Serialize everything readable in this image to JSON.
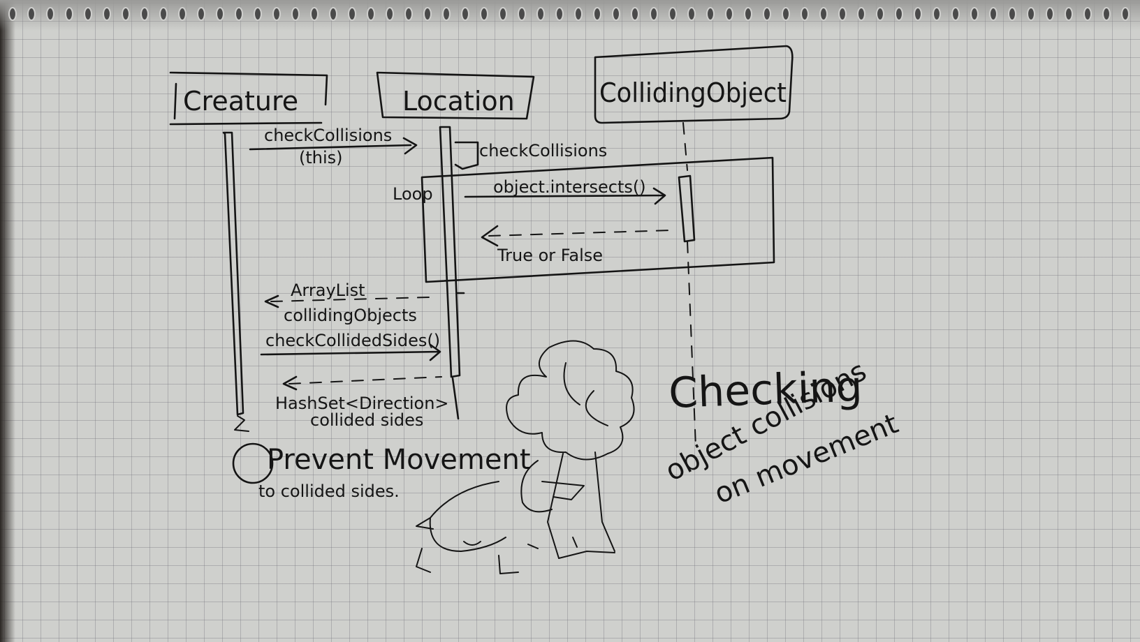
{
  "lifelines": [
    {
      "label": "Creature"
    },
    {
      "label": "Location"
    },
    {
      "label": "CollidingObject"
    }
  ],
  "messages": {
    "m1_line1": "checkCollisions",
    "m1_line2": "(this)",
    "self_call": "checkCollisions",
    "loop_label": "Loop",
    "intersects": "object.intersects()",
    "return_value": "True or False",
    "arraylist": "ArrayList",
    "colliding_objects": "collidingObjects",
    "check_collided_sides": "checkCollidedSides()",
    "hashset": "HashSet<Direction>",
    "collided_sides": "collided sides"
  },
  "note": {
    "line1": "Prevent Movement",
    "line2": "to collided sides."
  },
  "title": {
    "line1": "Checking",
    "line2": "object collisions",
    "line3": "on movement"
  },
  "colors": {
    "ink": "#141414",
    "paper": "#cfd0cd",
    "grid": "#8c8c96"
  }
}
